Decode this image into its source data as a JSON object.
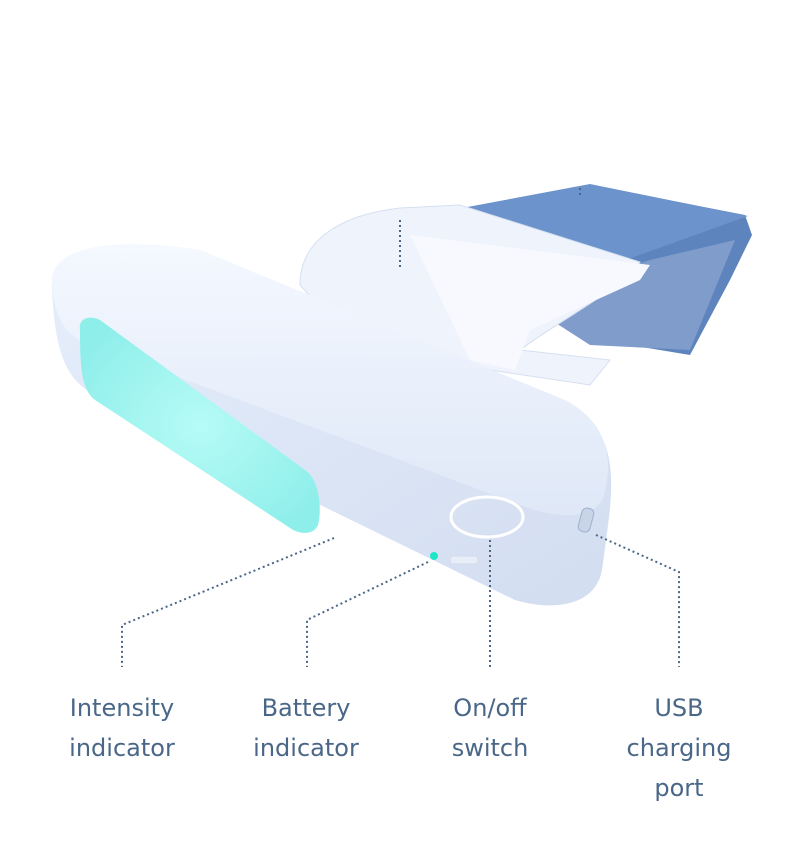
{
  "colors": {
    "label": "#4a6788",
    "leader_line": "#4a6788",
    "light_panel": "#9ff5f0",
    "strap": "#6a8fc4",
    "led": "#1fe6c8"
  },
  "callouts": [
    {
      "id": "intensity",
      "lines": [
        "Intensity",
        "indicator"
      ]
    },
    {
      "id": "battery",
      "lines": [
        "Battery",
        "indicator"
      ]
    },
    {
      "id": "power",
      "lines": [
        "On/off",
        "switch"
      ]
    },
    {
      "id": "usb",
      "lines": [
        "USB",
        "charging",
        "port"
      ]
    }
  ]
}
